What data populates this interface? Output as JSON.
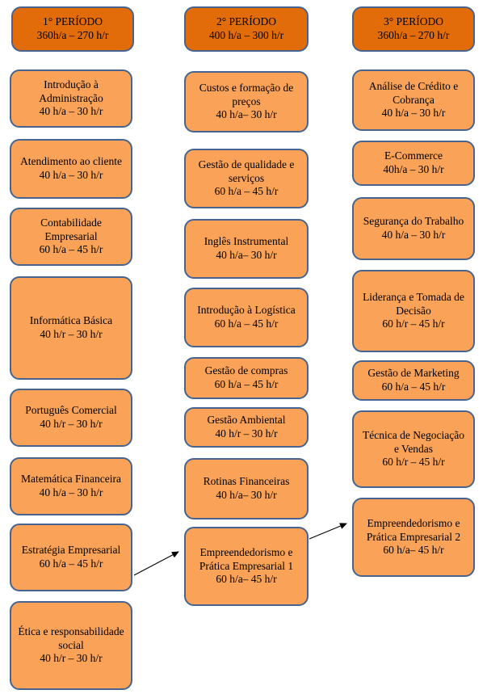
{
  "diagram": {
    "title": "Curriculum flow by period",
    "colors": {
      "header_fill": "#E36C0A",
      "course_fill": "#F9A258",
      "border": "#46648F",
      "arrow": "#000000"
    },
    "columns": [
      {
        "header": {
          "title": "1° PERÍODO",
          "hours": "360h/a – 270 h/r"
        },
        "courses": [
          {
            "title": "Introdução à Administração",
            "hours": "40 h/a – 30 h/r"
          },
          {
            "title": "Atendimento ao cliente",
            "hours": "40 h/a – 30 h/r"
          },
          {
            "title": "Contabilidade Empresarial",
            "hours": "60 h/a – 45 h/r"
          },
          {
            "title": "Informática Básica",
            "hours": "40 h/r – 30 h/r"
          },
          {
            "title": "Português Comercial",
            "hours": "40 h/r – 30 h/r"
          },
          {
            "title": "Matemática Financeira",
            "hours": "40 h/a – 30 h/r"
          },
          {
            "title": "Estratégia Empresarial",
            "hours": "60 h/a – 45 h/r"
          },
          {
            "title": "Ética e responsabilidade social",
            "hours": "40 h/r – 30 h/r"
          }
        ]
      },
      {
        "header": {
          "title": "2° PERÍODO",
          "hours": "400 h/a – 300 h/r"
        },
        "courses": [
          {
            "title": "Custos e formação de preços",
            "hours": "40 h/a– 30 h/r"
          },
          {
            "title": "Gestão de qualidade e serviços",
            "hours": "60 h/a – 45 h/r"
          },
          {
            "title": "Inglês Instrumental",
            "hours": "40 h/a– 30 h/r"
          },
          {
            "title": "Introdução à Logística",
            "hours": "60 h/a – 45 h/r"
          },
          {
            "title": "Gestão de compras",
            "hours": "60 h/a – 45 h/r"
          },
          {
            "title": "Gestão Ambiental",
            "hours": "40 h/r – 30 h/r"
          },
          {
            "title": "Rotinas Financeiras",
            "hours": "40 h/a– 30 h/r"
          },
          {
            "title": "Empreendedorismo e Prática Empresarial 1",
            "hours": "60 h/a– 45 h/r"
          }
        ]
      },
      {
        "header": {
          "title": "3° PERÍODO",
          "hours": "360h/a – 270 h/r"
        },
        "courses": [
          {
            "title": "Análise de Crédito e Cobrança",
            "hours": "40 h/a – 30 h/r"
          },
          {
            "title": "E-Commerce",
            "hours": "40h/a – 30 h/r"
          },
          {
            "title": "Segurança do Trabalho",
            "hours": "40 h/a – 30 h/r"
          },
          {
            "title": "Liderança e Tomada de Decisão",
            "hours": "60 h/r – 45 h/r"
          },
          {
            "title": "Gestão de Marketing",
            "hours": "60 h/a – 45 h/r"
          },
          {
            "title": "Técnica de Negociação e Vendas",
            "hours": "60 h/r – 45 h/r"
          },
          {
            "title": "Empreendedorismo e Prática Empresarial 2",
            "hours": "60 h/a– 45 h/r"
          }
        ]
      }
    ],
    "connections": [
      {
        "from": "Estratégia Empresarial",
        "to": "Empreendedorismo e Prática Empresarial 1"
      },
      {
        "from": "Empreendedorismo e Prática Empresarial 1",
        "to": "Empreendedorismo e Prática Empresarial 2"
      }
    ]
  }
}
